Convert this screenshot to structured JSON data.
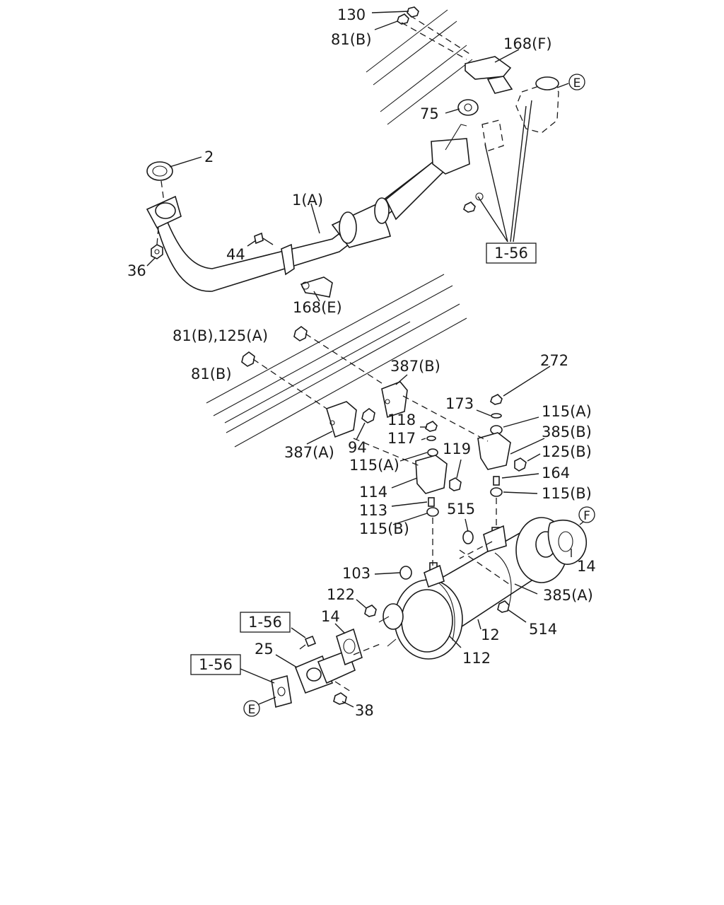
{
  "labels": {
    "p130": "130",
    "p81b_top": "81(B)",
    "p168f": "168(F)",
    "p75": "75",
    "p2": "2",
    "p1a": "1(A)",
    "p44": "44",
    "p36": "36",
    "p168e": "168(E)",
    "p81b125a": "81(B),125(A)",
    "p81b_mid": "81(B)",
    "p387b": "387(B)",
    "p272": "272",
    "p173": "173",
    "p115a_r": "115(A)",
    "p385b": "385(B)",
    "p125b": "125(B)",
    "p164": "164",
    "p115b_r": "115(B)",
    "p118": "118",
    "p117": "117",
    "p119": "119",
    "p115a_l": "115(A)",
    "p387a": "387(A)",
    "p94": "94",
    "p114": "114",
    "p113": "113",
    "p115b_l": "115(B)",
    "p515": "515",
    "p103": "103",
    "p122": "122",
    "p14_r": "14",
    "p385a": "385(A)",
    "p514": "514",
    "p12": "12",
    "p112": "112",
    "p14_l": "14",
    "p25": "25",
    "p38": "38"
  },
  "references": {
    "ref_1_56_top": "1-56",
    "ref_1_56_mid": "1-56",
    "ref_1_56_low": "1-56"
  },
  "callouts": {
    "E_top": "E",
    "F_right": "F",
    "E_bottom": "E"
  }
}
